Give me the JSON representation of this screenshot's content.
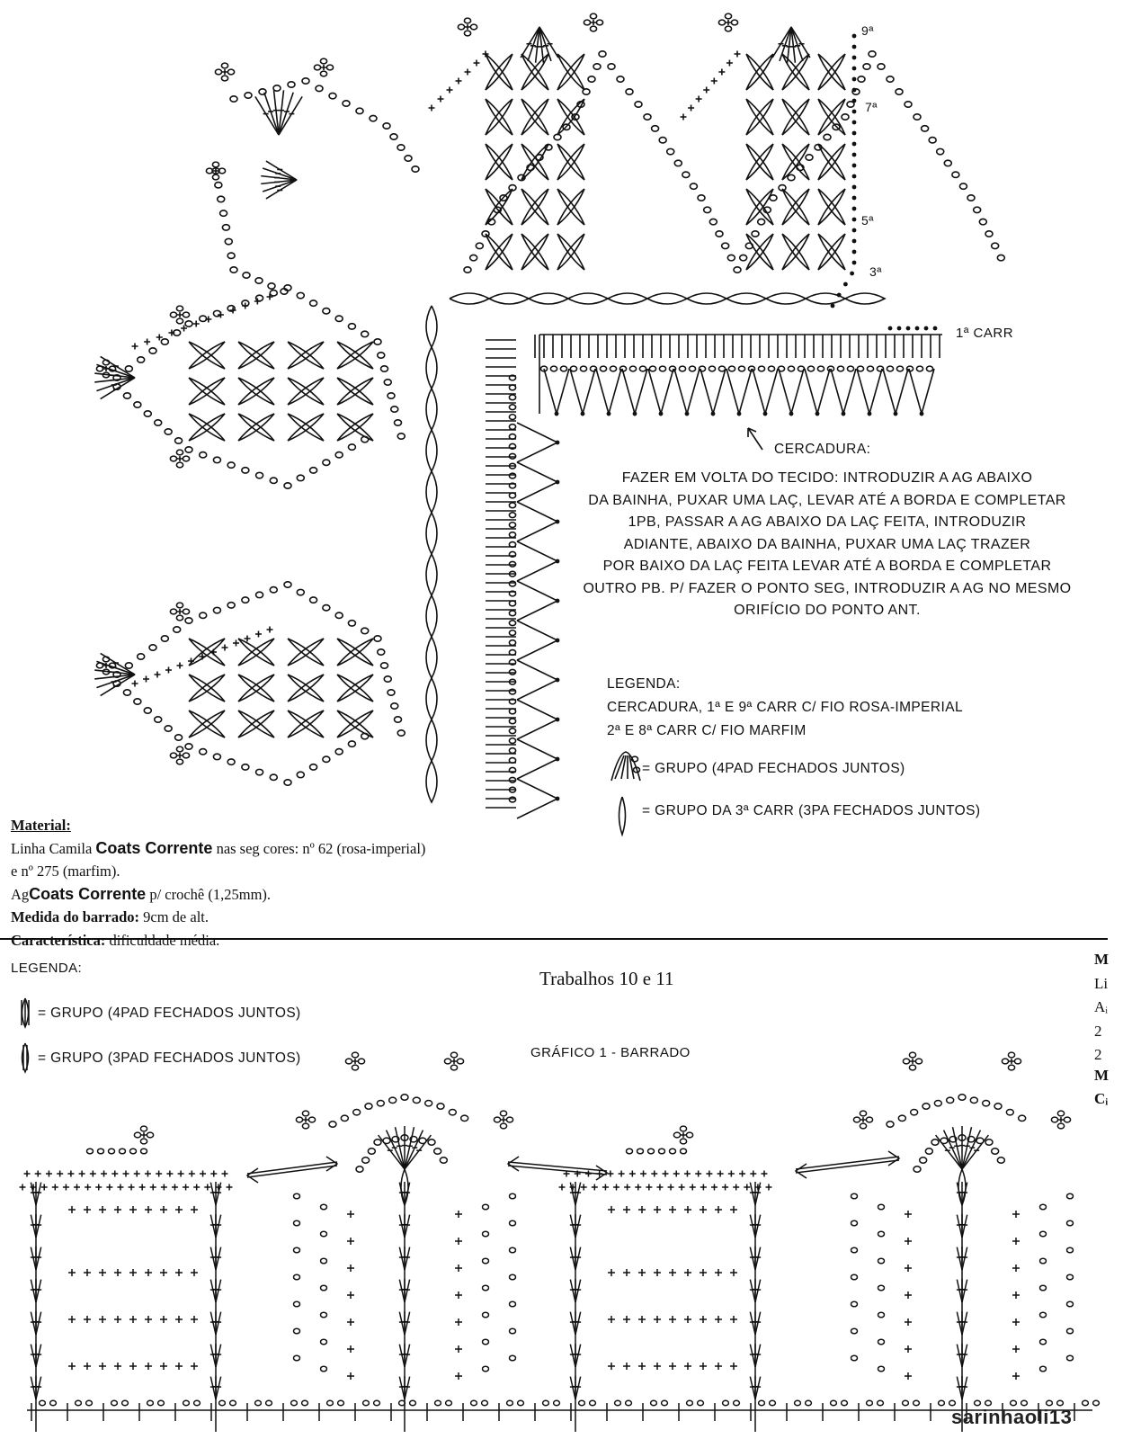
{
  "row_labels": {
    "r9": "9ª",
    "r7": "7ª",
    "r5": "5ª",
    "r3": "3ª",
    "r1": "1ª CARR"
  },
  "cercadura_label": "CERCADURA:",
  "instructions": [
    "FAZER EM VOLTA DO TECIDO: INTRODUZIR A AG ABAIXO",
    "DA BAINHA, PUXAR UMA LAÇ, LEVAR ATÉ A BORDA E COMPLETAR",
    "1PB, PASSAR A AG ABAIXO DA LAÇ FEITA, INTRODUZIR",
    "ADIANTE, ABAIXO DA BAINHA, PUXAR UMA LAÇ TRAZER",
    "POR BAIXO DA LAÇ FEITA LEVAR ATÉ A BORDA E COMPLETAR",
    "OUTRO PB. P/ FAZER O PONTO SEG, INTRODUZIR A AG NO MESMO",
    "ORIFÍCIO DO PONTO ANT."
  ],
  "legend_top": {
    "title": "LEGENDA:",
    "line1": "CERCADURA, 1ª E 9ª CARR C/ FIO ROSA-IMPERIAL",
    "line2": "2ª E 8ª CARR C/ FIO MARFIM",
    "item1": "= GRUPO (4PAD FECHADOS JUNTOS)",
    "item2": "= GRUPO DA 3ª CARR (3PA FECHADOS JUNTOS)"
  },
  "material": {
    "heading": "Material:",
    "line1_a": "Linha Camila",
    "brand": "Coats Corrente",
    "line1_b": "nas seg cores: nº 62 (rosa-imperial)",
    "line2": "e nº 275 (marfim).",
    "line3_a": "Ag",
    "line3_b": "p/ crochê (1,25mm).",
    "measure_label": "Medida do barrado:",
    "measure_value": "9cm de alt.",
    "char_label": "Característica:",
    "char_value": "dificuldade média."
  },
  "bottom_legend": {
    "title": "LEGENDA:",
    "item1": "= GRUPO (4PAD FECHADOS JUNTOS)",
    "item2": "= GRUPO (3PAD FECHADOS JUNTOS)"
  },
  "section_title": "Trabalhos 10 e 11",
  "chart_subtitle": "GRÁFICO 1 - BARRADO",
  "watermark": "sarinhaoli13",
  "right_edge_letters": [
    "M",
    "Li",
    "Aᵢ",
    "2",
    "2",
    "M",
    "Cᵢ"
  ]
}
